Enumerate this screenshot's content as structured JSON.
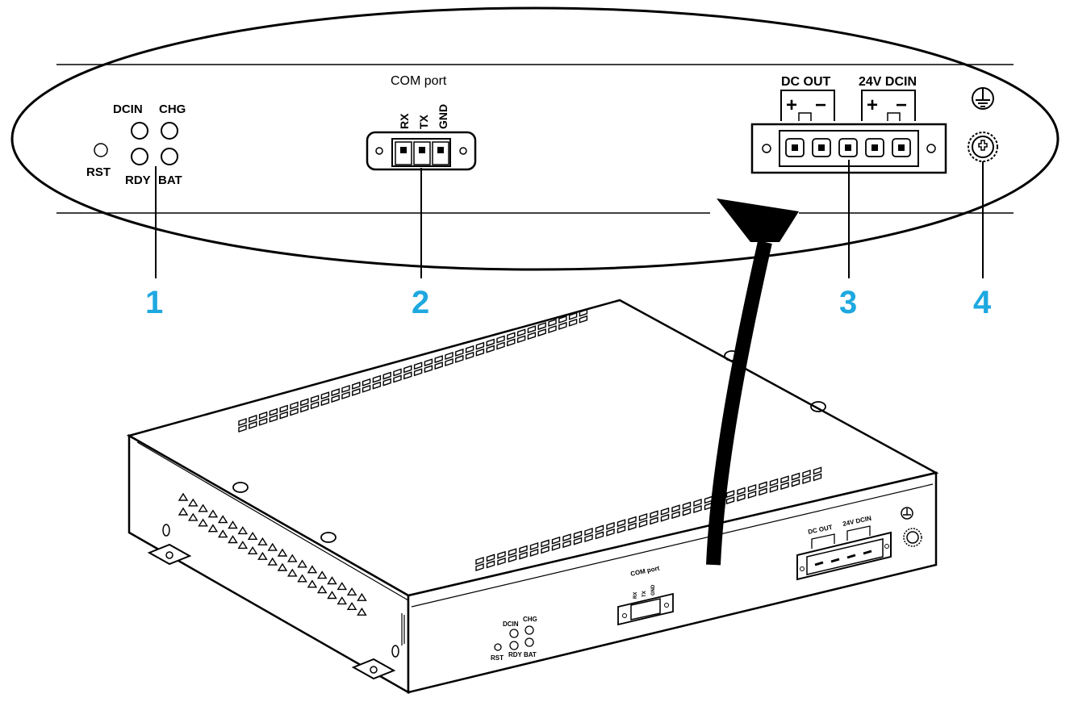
{
  "colors": {
    "callout": "#1ea8e0",
    "line": "#000000"
  },
  "detail": {
    "leds": {
      "dcin": "DCIN",
      "chg": "CHG",
      "rst": "RST",
      "rdy": "RDY",
      "bat": "BAT"
    },
    "com": {
      "title": "COM port",
      "pins": [
        "RX",
        "TX",
        "GND"
      ]
    },
    "power": {
      "dc_out": "DC OUT",
      "dcin_24v": "24V DCIN",
      "plus": "+",
      "minus": "−"
    }
  },
  "callouts": [
    "1",
    "2",
    "3",
    "4"
  ],
  "device": {
    "leds": {
      "dcin": "DCIN",
      "chg": "CHG",
      "rst": "RST",
      "rdy_bat": "RDY BAT"
    },
    "com": {
      "title": "COM port",
      "pins": [
        "RX",
        "TX",
        "GND"
      ]
    },
    "power": {
      "dc_out": "DC OUT",
      "dcin_24v": "24V DCIN"
    }
  },
  "icons": [
    "ground-symbol-icon",
    "screw-icon",
    "arrow-icon"
  ]
}
